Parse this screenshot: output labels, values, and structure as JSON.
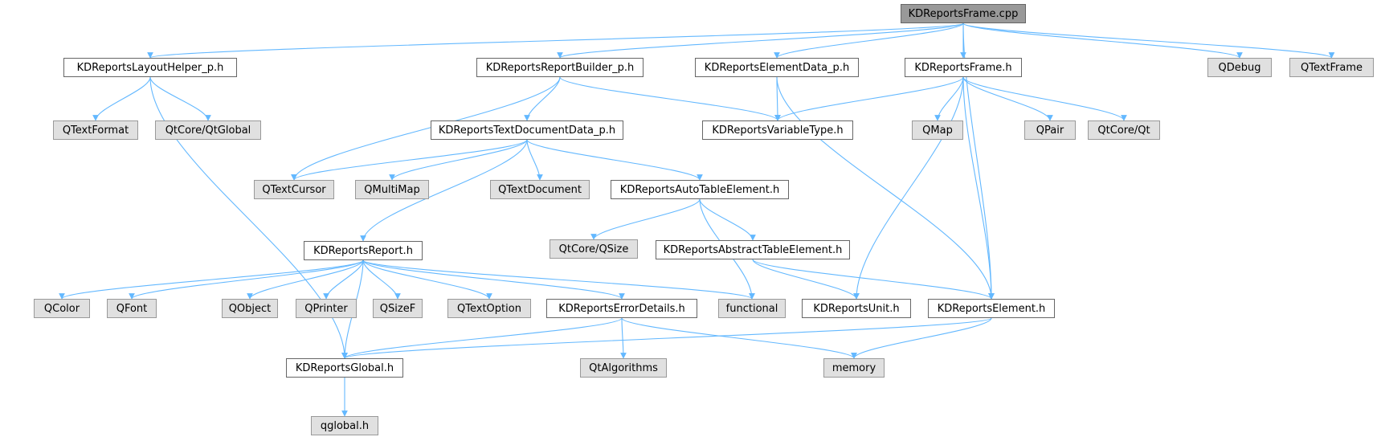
{
  "colors": {
    "edge": "#63b8ff",
    "root_fill": "#999999",
    "ext_fill": "#e0e0e0",
    "node_fill": "#ffffff",
    "node_border": "#666666"
  },
  "nodes": {
    "root": "KDReportsFrame.cpp",
    "layout_helper": "KDReportsLayoutHelper_p.h",
    "report_builder": "KDReportsReportBuilder_p.h",
    "element_data": "KDReportsElementData_p.h",
    "frame_h": "KDReportsFrame.h",
    "qdebug": "QDebug",
    "qtextframe": "QTextFrame",
    "qtextformat": "QTextFormat",
    "qtcore_qtglobal": "QtCore/QtGlobal",
    "text_document_data": "KDReportsTextDocumentData_p.h",
    "variable_type": "KDReportsVariableType.h",
    "qmap": "QMap",
    "qpair": "QPair",
    "qtcore_qt": "QtCore/Qt",
    "qtextcursor": "QTextCursor",
    "qmultimap": "QMultiMap",
    "qtextdocument": "QTextDocument",
    "auto_table": "KDReportsAutoTableElement.h",
    "qtcore_qsize": "QtCore/QSize",
    "report_h": "KDReportsReport.h",
    "abstract_table": "KDReportsAbstractTableElement.h",
    "qcolor": "QColor",
    "qfont": "QFont",
    "qobject": "QObject",
    "qprinter": "QPrinter",
    "qsizef": "QSizeF",
    "qtextoption": "QTextOption",
    "error_details": "KDReportsErrorDetails.h",
    "functional": "functional",
    "unit_h": "KDReportsUnit.h",
    "element_h": "KDReportsElement.h",
    "global_h": "KDReportsGlobal.h",
    "qtalgorithms": "QtAlgorithms",
    "memory": "memory",
    "qglobal": "qglobal.h"
  }
}
